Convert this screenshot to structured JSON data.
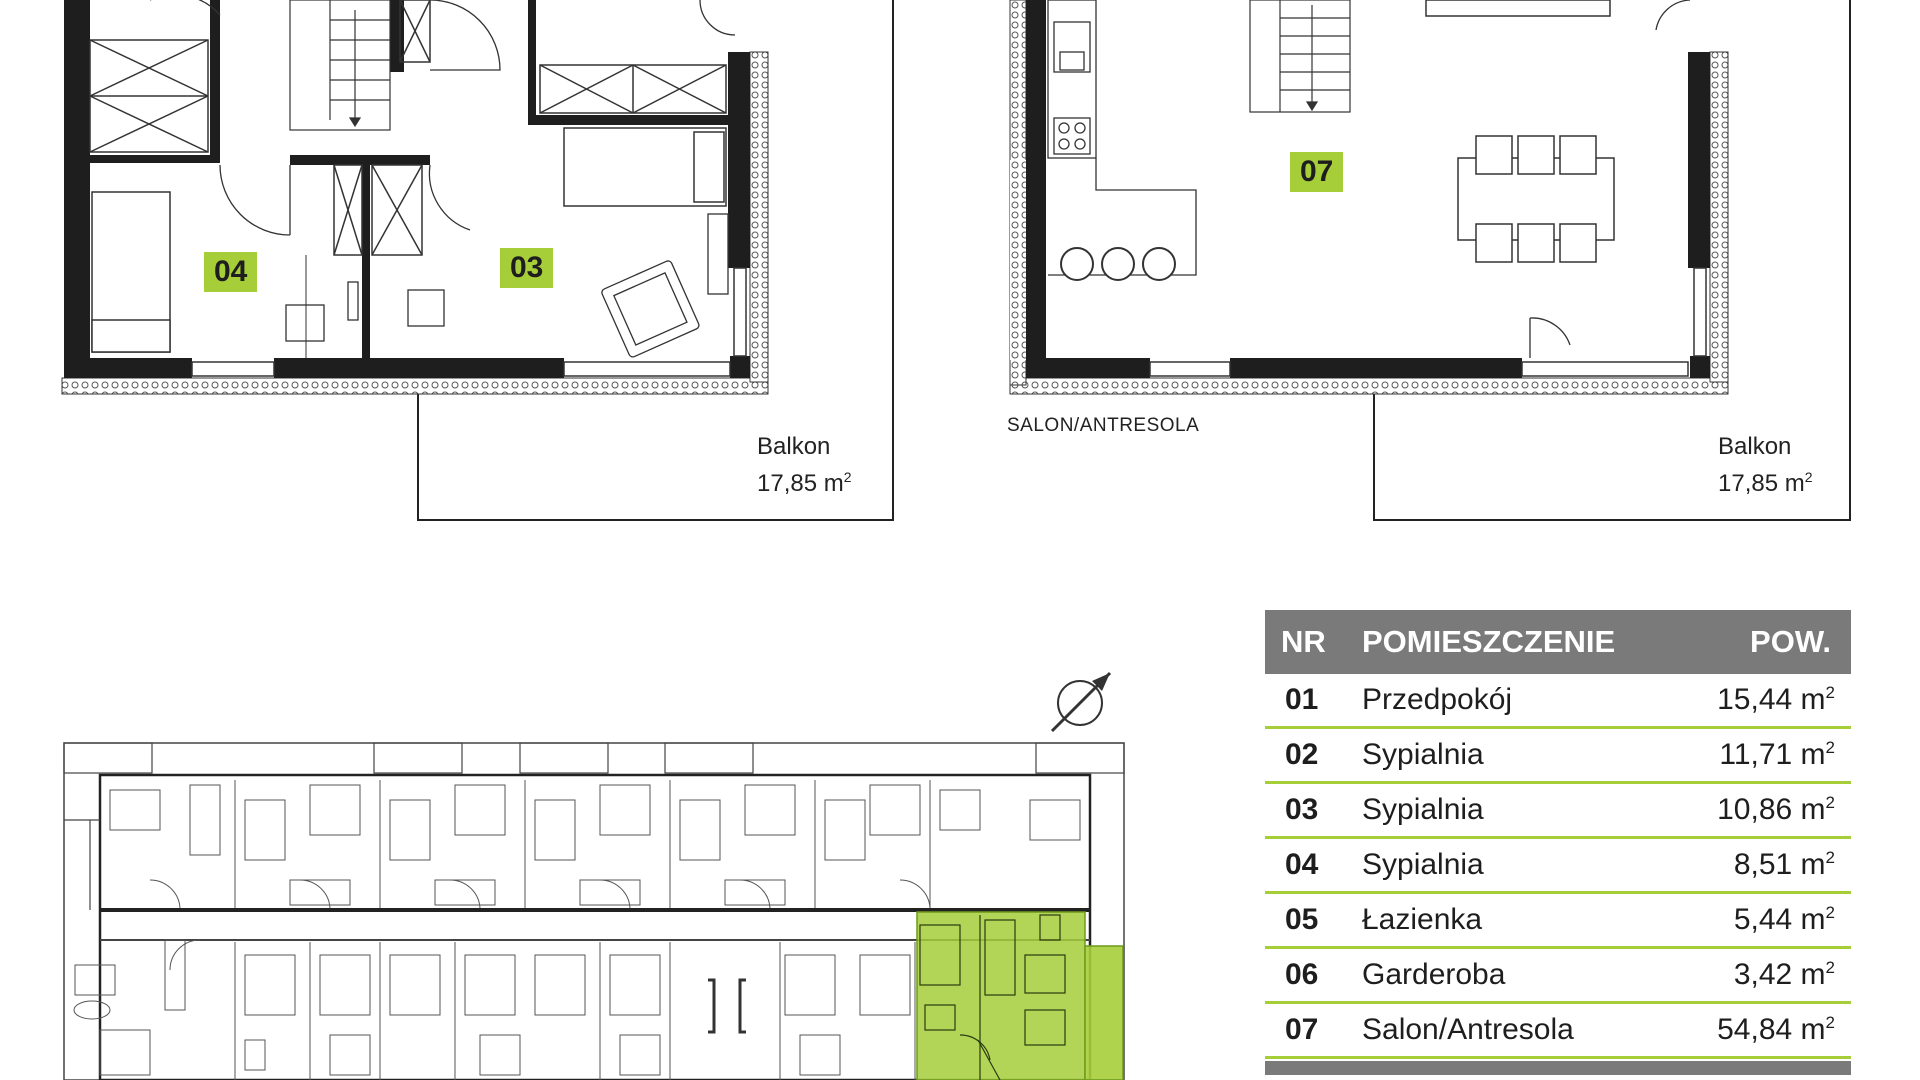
{
  "plan_left": {
    "rooms": [
      {
        "id": "04"
      },
      {
        "id": "03"
      }
    ],
    "balcony": {
      "name": "Balkon",
      "area": "17,85 m",
      "unit_exp": "2"
    }
  },
  "plan_right": {
    "rooms": [
      {
        "id": "07"
      }
    ],
    "caption": "SALON/ANTRESOLA",
    "balcony": {
      "name": "Balkon",
      "area": "17,85 m",
      "unit_exp": "2"
    }
  },
  "table": {
    "header": {
      "nr": "NR",
      "room": "POMIESZCZENIE",
      "area": "POW."
    },
    "rows": [
      {
        "nr": "01",
        "room": "Przedpokój",
        "area": "15,44 m",
        "exp": "2"
      },
      {
        "nr": "02",
        "room": "Sypialnia",
        "area": "11,71 m",
        "exp": "2"
      },
      {
        "nr": "03",
        "room": "Sypialnia",
        "area": "10,86 m",
        "exp": "2"
      },
      {
        "nr": "04",
        "room": "Sypialnia",
        "area": "8,51 m",
        "exp": "2"
      },
      {
        "nr": "05",
        "room": "Łazienka",
        "area": "5,44 m",
        "exp": "2"
      },
      {
        "nr": "06",
        "room": "Garderoba",
        "area": "3,42 m",
        "exp": "2"
      },
      {
        "nr": "07",
        "room": "Salon/Antresola",
        "area": "54,84 m",
        "exp": "2"
      }
    ]
  },
  "colors": {
    "accent": "#a6ce39",
    "wall": "#1e1e1e",
    "table_header": "#7a7a7a"
  },
  "icons": {
    "compass": "compass-icon"
  }
}
